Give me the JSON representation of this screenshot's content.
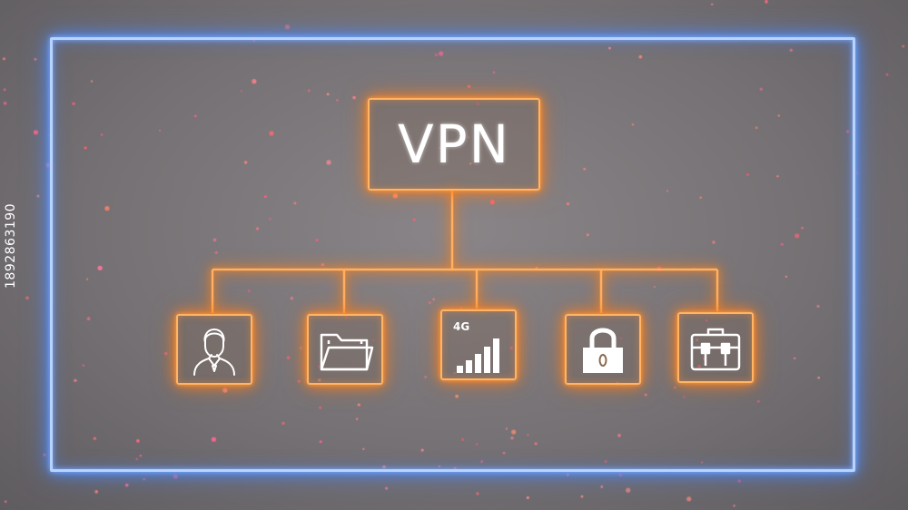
{
  "diagram": {
    "root": {
      "label": "VPN"
    },
    "children": [
      {
        "icon": "user-icon",
        "label": ""
      },
      {
        "icon": "folder-icon",
        "label": ""
      },
      {
        "icon": "signal-icon",
        "label": "4G"
      },
      {
        "icon": "padlock-icon",
        "label": ""
      },
      {
        "icon": "briefcase-icon",
        "label": ""
      }
    ]
  },
  "watermark": {
    "stock_id": "1892863190"
  },
  "colors": {
    "frame": "#b9d3ff",
    "node_glow": "#ff9a3c",
    "line": "#ffb060",
    "text": "#ffffff"
  }
}
